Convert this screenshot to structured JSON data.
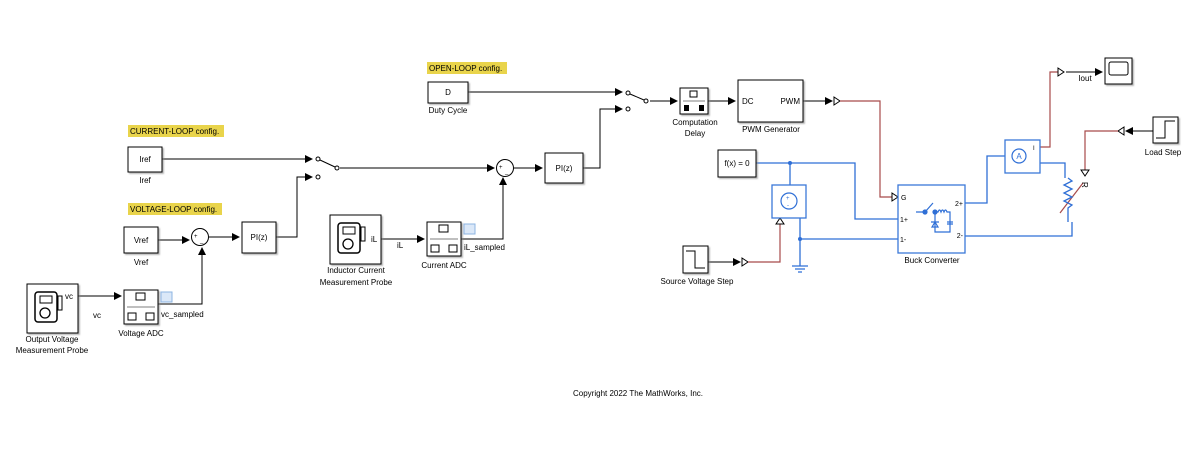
{
  "annotations": {
    "open_loop": "OPEN-LOOP config.",
    "current_loop": "CURRENT-LOOP config.",
    "voltage_loop": "VOLTAGE-LOOP config."
  },
  "blocks": {
    "duty_cycle": {
      "text": "D",
      "label": "Duty Cycle"
    },
    "iref": {
      "text": "Iref",
      "label": "Iref"
    },
    "vref": {
      "text": "Vref",
      "label": "Vref"
    },
    "pi_voltage": {
      "text": "PI(z)"
    },
    "pi_current": {
      "text": "PI(z)"
    },
    "output_probe": {
      "port": "vc",
      "label1": "Output Voltage",
      "label2": "Measurement Probe"
    },
    "voltage_adc": {
      "label": "Voltage ADC"
    },
    "inductor_probe": {
      "port": "iL",
      "label1": "Inductor Current",
      "label2": "Measurement Probe"
    },
    "current_adc": {
      "label": "Current ADC"
    },
    "computation_delay": {
      "label1": "Computation",
      "label2": "Delay"
    },
    "pwm_generator": {
      "in": "DC",
      "out": "PWM",
      "label": "PWM Generator"
    },
    "solver": {
      "text": "f(x) = 0"
    },
    "source_voltage_step": {
      "label": "Source Voltage Step"
    },
    "buck_converter": {
      "label": "Buck Converter",
      "g": "G",
      "p1p": "1+",
      "p1n": "1-",
      "p2p": "2+",
      "p2n": "2-"
    },
    "ammeter": {
      "text": "A",
      "out": "I"
    },
    "load_step": {
      "label": "Load Step"
    },
    "resistor": {
      "port": "R"
    }
  },
  "signals": {
    "vc": "vc",
    "vc_sampled": "vc_sampled",
    "iL": "iL",
    "iL_sampled": "iL_sampled",
    "iout": "Iout"
  },
  "footer": {
    "copyright": "Copyright 2022 The MathWorks, Inc."
  },
  "colors": {
    "annotation": "#e9d44b",
    "physical": "#2f6fd6",
    "converted_signal": "#a84a4a"
  }
}
